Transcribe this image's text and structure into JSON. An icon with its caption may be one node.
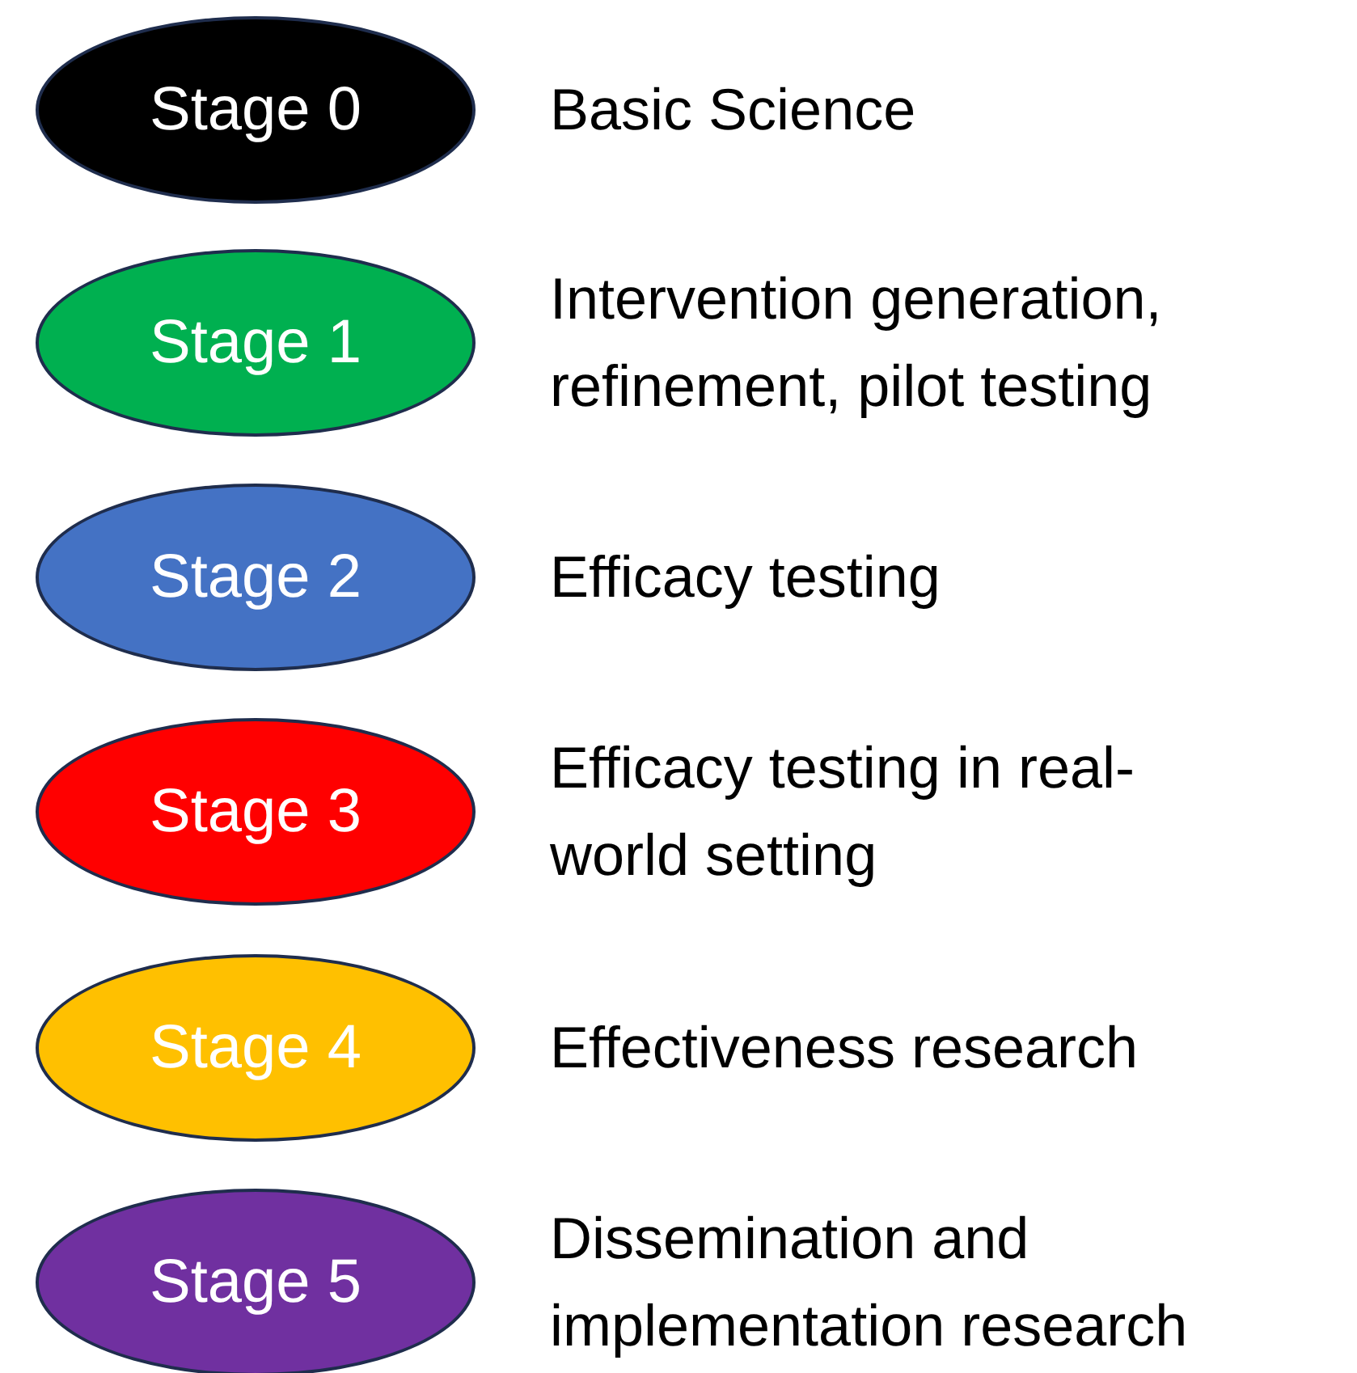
{
  "diagram": {
    "nodes": [
      {
        "text": [
          "Stage 0"
        ],
        "beside": [
          "Basic Science"
        ]
      },
      {
        "text": [
          "Stage 1"
        ],
        "beside": [
          "Intervention generation, refinement, pilot testing"
        ]
      },
      {
        "text": [
          "Stage 2"
        ],
        "beside": [
          "Efficacy testing"
        ]
      },
      {
        "text": [
          "Stage 3"
        ],
        "beside": [
          "Efficacy testing in real-world setting"
        ]
      },
      {
        "text": [
          "Stage 4"
        ],
        "beside": [
          "Effectiveness research"
        ]
      },
      {
        "text": [
          "Stage 5"
        ],
        "beside": [
          "Dissemination and implementation research"
        ]
      }
    ]
  }
}
